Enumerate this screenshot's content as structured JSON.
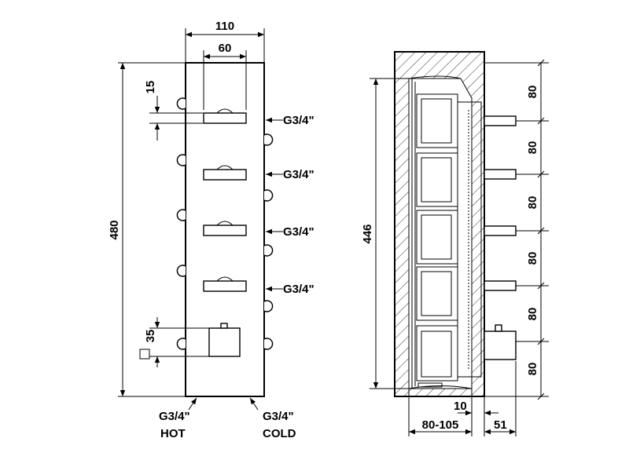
{
  "front_view": {
    "dim_width_total": "110",
    "dim_width_handle": "60",
    "dim_handle_gap": "15",
    "dim_height_total": "480",
    "dim_knob_size": "35",
    "outlet_labels": [
      "G3/4\"",
      "G3/4\"",
      "G3/4\"",
      "G3/4\""
    ],
    "inlet_left_size": "G3/4\"",
    "inlet_left_name": "HOT",
    "inlet_right_size": "G3/4\"",
    "inlet_right_name": "COLD"
  },
  "side_view": {
    "dim_height": "446",
    "dim_spacing": [
      "80",
      "80",
      "80",
      "80",
      "80",
      "80"
    ],
    "dim_offset": "10",
    "dim_depth": "80-105",
    "dim_projection": "51"
  }
}
